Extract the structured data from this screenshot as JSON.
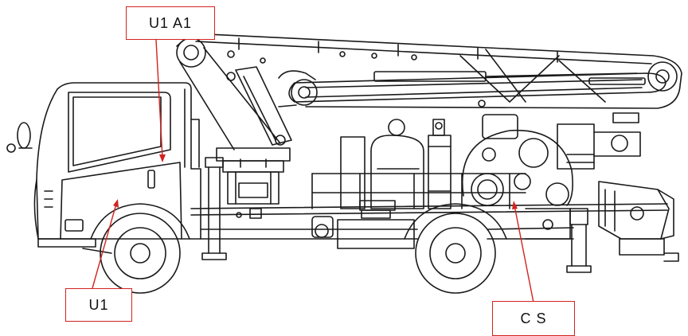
{
  "callouts": {
    "top_label": "U1 A1",
    "cab_label": "U1",
    "pump_label": "C S"
  },
  "colors": {
    "callout_border": "#d2231f",
    "leader_line": "#d2231f",
    "drawing_stroke": "#1a1a1a"
  }
}
